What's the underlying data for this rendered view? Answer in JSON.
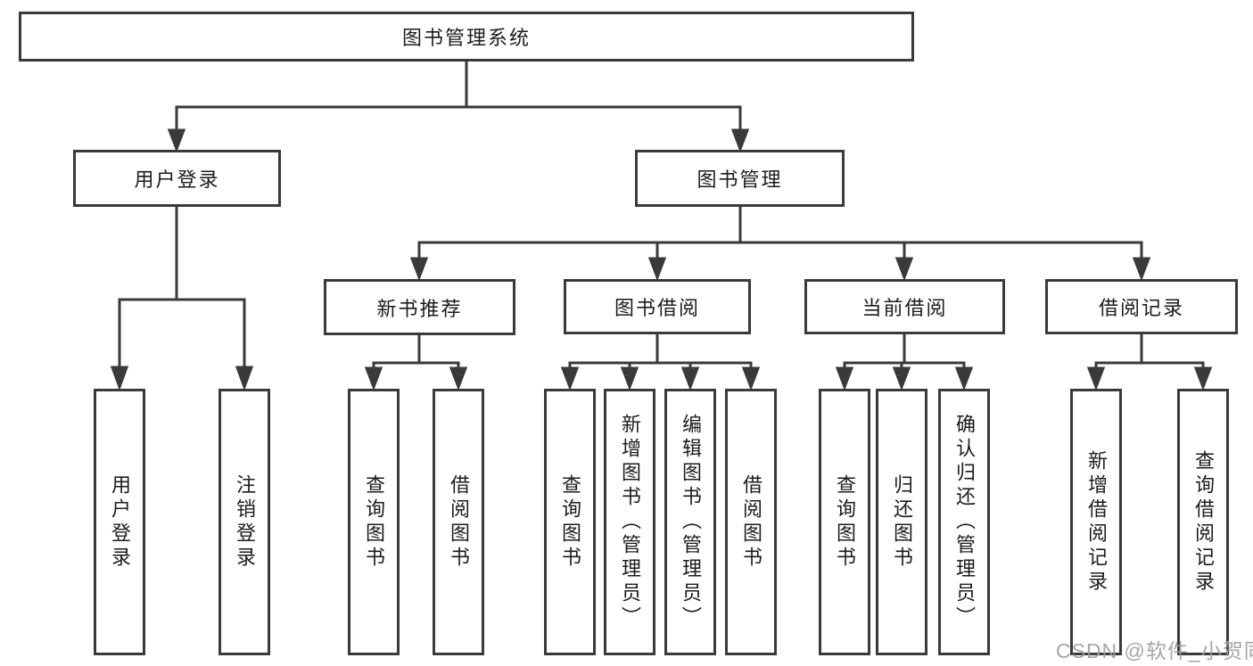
{
  "tree": {
    "label": "图书管理系统",
    "children": [
      {
        "label": "用户登录",
        "children": [
          {
            "label": "用户登录"
          },
          {
            "label": "注销登录"
          }
        ]
      },
      {
        "label": "图书管理",
        "children": [
          {
            "label": "新书推荐",
            "children": [
              {
                "label": "查询图书"
              },
              {
                "label": "借阅图书"
              }
            ]
          },
          {
            "label": "图书借阅",
            "children": [
              {
                "label": "查询图书"
              },
              {
                "label": "新增图书（管理员）"
              },
              {
                "label": "编辑图书（管理员）"
              },
              {
                "label": "借阅图书"
              }
            ]
          },
          {
            "label": "当前借阅",
            "children": [
              {
                "label": "查询图书"
              },
              {
                "label": "归还图书"
              },
              {
                "label": "确认归还（管理员）"
              }
            ]
          },
          {
            "label": "借阅记录",
            "children": [
              {
                "label": "新增借阅记录"
              },
              {
                "label": "查询借阅记录"
              }
            ]
          }
        ]
      }
    ]
  },
  "watermark": "CSDN @软件_小贺同学",
  "colors": {
    "line": "#3a3a3a",
    "text": "#1c1c1c",
    "watermark": "#9e9e9e",
    "background": "#ffffff"
  }
}
